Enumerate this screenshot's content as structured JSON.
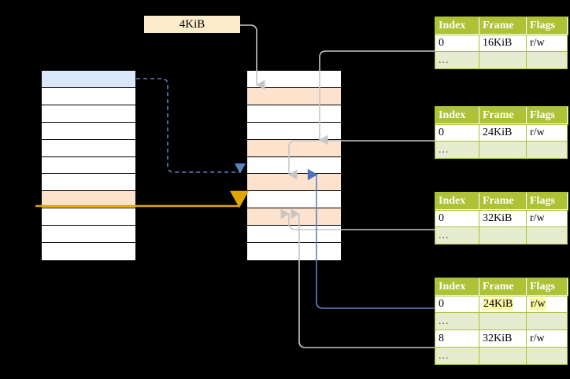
{
  "diagram": {
    "title": "page-table-walk-diagram",
    "page_size_label": "4KiB",
    "colors": {
      "table_header_green": "#aec236",
      "table_alt_row": "#e6ecce",
      "highlight_yellow": "#fbf8a0",
      "row_blue": "#dbe8fb",
      "row_peach": "#fde3cd",
      "label_cream": "#fcecca",
      "arrow_orange": "#e2a400",
      "arrow_blue": "#4a72b8",
      "arrow_gray": "#c8c8c8"
    },
    "left_column": {
      "name": "virtual-address-space",
      "rows": [
        {
          "index": 0,
          "fill": "blue",
          "text": ""
        },
        {
          "index": 1,
          "fill": "white",
          "text": ""
        },
        {
          "index": 2,
          "fill": "white",
          "text": ""
        },
        {
          "index": 3,
          "fill": "white",
          "text": ""
        },
        {
          "index": 4,
          "fill": "white",
          "text": ""
        },
        {
          "index": 5,
          "fill": "white",
          "text": ""
        },
        {
          "index": 6,
          "fill": "white",
          "text": ""
        },
        {
          "index": 7,
          "fill": "peach",
          "text": ""
        },
        {
          "index": 8,
          "fill": "white",
          "text": ""
        },
        {
          "index": 9,
          "fill": "white",
          "text": ""
        },
        {
          "index": 10,
          "fill": "white",
          "text": ""
        }
      ]
    },
    "middle_column": {
      "name": "physical-memory",
      "rows": [
        {
          "index": 0,
          "fill": "white",
          "text": ""
        },
        {
          "index": 1,
          "fill": "peach",
          "text": ""
        },
        {
          "index": 2,
          "fill": "white",
          "text": ""
        },
        {
          "index": 3,
          "fill": "white",
          "text": ""
        },
        {
          "index": 4,
          "fill": "peach",
          "text": ""
        },
        {
          "index": 5,
          "fill": "white",
          "text": ""
        },
        {
          "index": 6,
          "fill": "peach",
          "text": ""
        },
        {
          "index": 7,
          "fill": "white",
          "text": ""
        },
        {
          "index": 8,
          "fill": "peach",
          "text": ""
        },
        {
          "index": 9,
          "fill": "white",
          "text": ""
        },
        {
          "index": 10,
          "fill": "white",
          "text": ""
        }
      ]
    },
    "tables": [
      {
        "name": "page-table-level-1",
        "headers": [
          "Index",
          "Frame",
          "Flags"
        ],
        "rows": [
          {
            "kind": "data",
            "cells": [
              "0",
              "16KiB",
              "r/w"
            ],
            "highlight": []
          },
          {
            "kind": "dots",
            "cells": [
              "...",
              "",
              ""
            ],
            "highlight": []
          }
        ]
      },
      {
        "name": "page-table-level-2",
        "headers": [
          "Index",
          "Frame",
          "Flags"
        ],
        "rows": [
          {
            "kind": "data",
            "cells": [
              "0",
              "24KiB",
              "r/w"
            ],
            "highlight": []
          },
          {
            "kind": "dots",
            "cells": [
              "...",
              "",
              ""
            ],
            "highlight": []
          }
        ]
      },
      {
        "name": "page-table-level-3",
        "headers": [
          "Index",
          "Frame",
          "Flags"
        ],
        "rows": [
          {
            "kind": "data",
            "cells": [
              "0",
              "32KiB",
              "r/w"
            ],
            "highlight": []
          },
          {
            "kind": "dots",
            "cells": [
              "...",
              "",
              ""
            ],
            "highlight": []
          }
        ]
      },
      {
        "name": "page-table-level-4",
        "headers": [
          "Index",
          "Frame",
          "Flags"
        ],
        "rows": [
          {
            "kind": "data",
            "cells": [
              "0",
              "24KiB",
              "r/w"
            ],
            "highlight": [
              "frame",
              "flags"
            ]
          },
          {
            "kind": "dots",
            "cells": [
              "...",
              "",
              ""
            ],
            "highlight": []
          },
          {
            "kind": "data",
            "cells": [
              "8",
              "32KiB",
              "r/w"
            ],
            "highlight": []
          },
          {
            "kind": "dots",
            "cells": [
              "...",
              "",
              ""
            ],
            "highlight": []
          }
        ]
      }
    ]
  }
}
